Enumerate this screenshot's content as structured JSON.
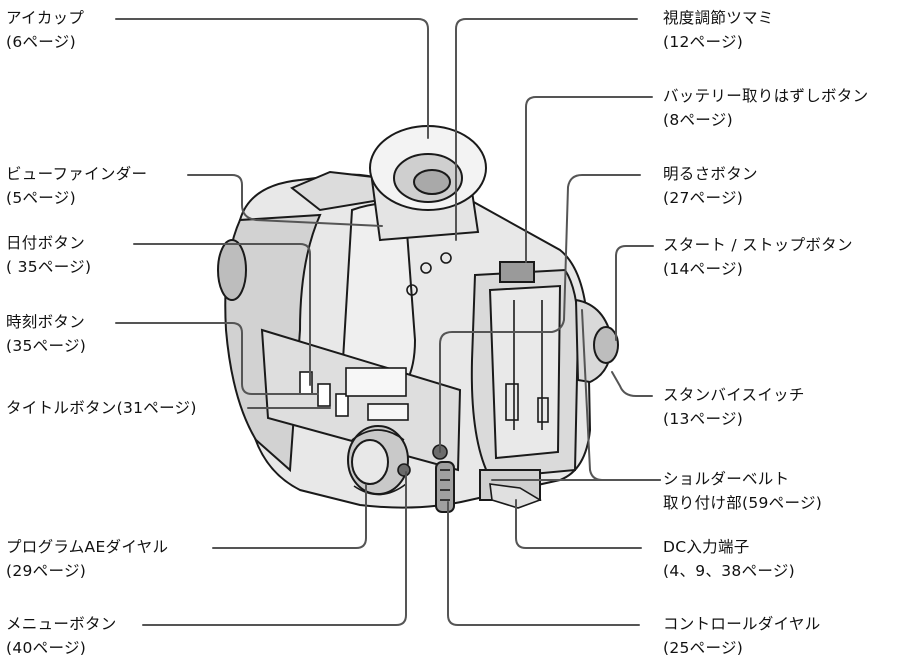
{
  "callouts": [
    {
      "id": "eyecup",
      "name": "アイカップ",
      "page": "(6ページ)"
    },
    {
      "id": "viewfinder",
      "name": "ビューファインダー",
      "page": " (5ページ)"
    },
    {
      "id": "date",
      "name": "日付ボタン",
      "page": "( 35ページ)"
    },
    {
      "id": "time",
      "name": "時刻ボタン",
      "page": "(35ページ)"
    },
    {
      "id": "title",
      "name": "タイトルボタン(31ページ)",
      "page": ""
    },
    {
      "id": "program_ae",
      "name": "プログラムAEダイヤル",
      "page": "(29ページ)"
    },
    {
      "id": "menu",
      "name": "メニューボタン",
      "page": "(40ページ)"
    },
    {
      "id": "diopter",
      "name": "視度調節ツマミ",
      "page": "(12ページ)"
    },
    {
      "id": "battery_release",
      "name": "バッテリー取りはずしボタン",
      "page": "(8ページ)"
    },
    {
      "id": "bright",
      "name": "明るさボタン",
      "page": "(27ページ)"
    },
    {
      "id": "start_stop",
      "name": "スタート / ストップボタン",
      "page": "(14ページ)"
    },
    {
      "id": "standby",
      "name": "スタンバイスイッチ",
      "page": "(13ページ)"
    },
    {
      "id": "shoulder_belt",
      "name": "ショルダーベルト",
      "page": "取り付け部(59ページ)"
    },
    {
      "id": "dc_in",
      "name": "DC入力端子",
      "page": "(4、9、38ページ)"
    },
    {
      "id": "control_dial",
      "name": "コントロールダイヤル",
      "page": "(25ページ)"
    }
  ],
  "colors": {
    "line": "#555555",
    "body": "#e6e6e6",
    "shade": "#bdbdbd",
    "dark": "#4a4a4a",
    "text": "#111111"
  }
}
